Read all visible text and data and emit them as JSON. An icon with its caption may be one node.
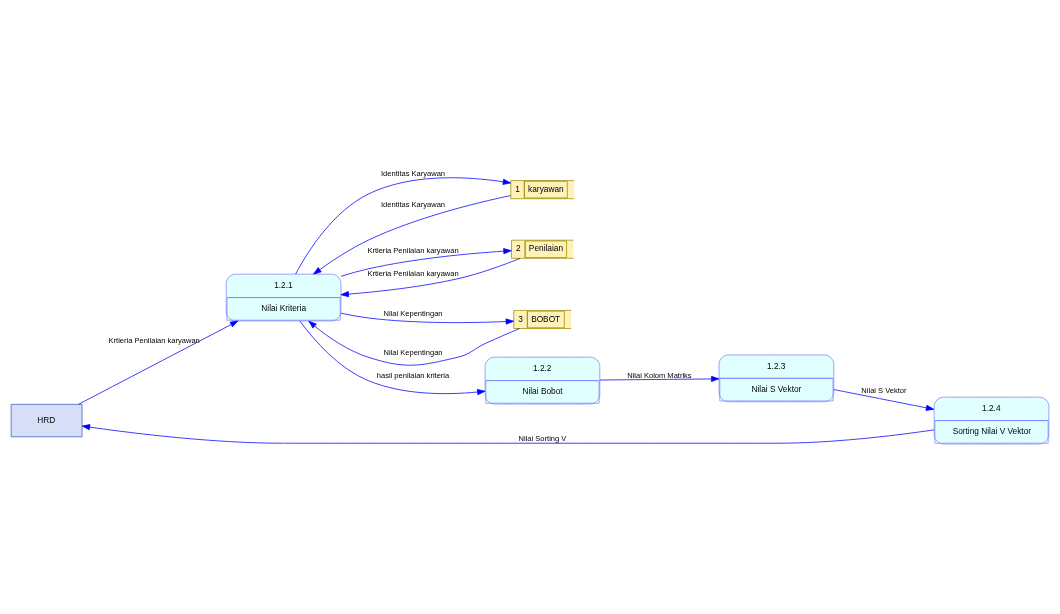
{
  "diagram": {
    "nodes": [
      {
        "text": [
          "HRD"
        ]
      },
      {
        "text": [
          "1",
          "karyawan"
        ]
      },
      {
        "text": [
          "2",
          "Penilaian"
        ]
      },
      {
        "text": [
          "3",
          "BOBOT"
        ]
      },
      {
        "text": [
          "1.2.1",
          "Nilai Kriteria"
        ]
      },
      {
        "text": [
          "1.2.4",
          "Sorting Nilai V Vektor"
        ]
      },
      {
        "text": [
          "1.2.3",
          "Nilai S Vektor"
        ]
      },
      {
        "text": [
          "1.2.2",
          "Nilai Bobot"
        ]
      }
    ],
    "edges": [
      {
        "from": 0,
        "to": 4,
        "arrow": "to",
        "label": "Krtieria Penilaian karyawan"
      },
      {
        "from": 1,
        "to": 4,
        "arrow": "to",
        "label": "Identitas Karyawan"
      },
      {
        "from": 2,
        "to": 4,
        "arrow": "to",
        "label": "Krtieria Penilaian karyawan"
      },
      {
        "from": 3,
        "to": 4,
        "arrow": "to",
        "label": "Nilai Kepentingan"
      },
      {
        "from": 4,
        "to": 3,
        "arrow": "to",
        "label": "Nilai Kepentingan"
      },
      {
        "from": 4,
        "to": 2,
        "arrow": "to",
        "label": "Krtieria Penilaian karyawan"
      },
      {
        "from": 4,
        "to": 1,
        "arrow": "to",
        "label": "Identitas Karyawan"
      },
      {
        "from": 4,
        "to": 7,
        "arrow": "to",
        "label": "hasil penilaian kriteria"
      },
      {
        "from": 7,
        "to": 6,
        "arrow": "to",
        "label": "Nilai Kolom Matriks"
      },
      {
        "from": 6,
        "to": 5,
        "arrow": "to",
        "label": "Nilai S Vektor"
      },
      {
        "from": 5,
        "to": 0,
        "arrow": "to",
        "label": "Nilai Sorting V"
      }
    ]
  }
}
